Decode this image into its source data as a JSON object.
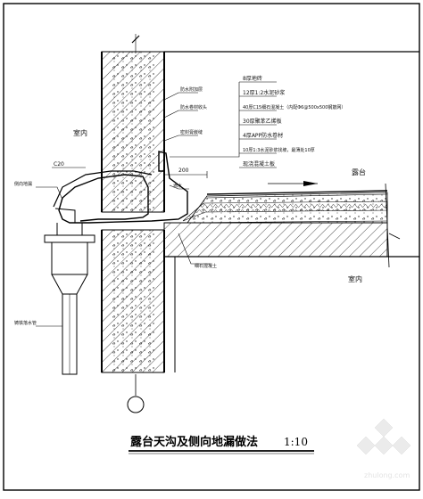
{
  "title": "露台天沟及侧向地漏做法",
  "scale": "1:10",
  "rooms": {
    "interior_upper": "室内",
    "terrace": "露台",
    "interior_lower": "室内"
  },
  "dimensions": {
    "drain_offset": "200",
    "drain_mark": "C20"
  },
  "layer_callouts": [
    "8厚地砖",
    "12厚1:2水泥砂浆",
    "40厚C15细石混凝土（内配Φ6@500x500钢筋网）",
    "30厚聚苯乙烯板",
    "4厚APP防水卷材",
    "10厚1:3水泥砂浆找坡，最薄处10厚",
    "现浇混凝土板"
  ],
  "side_notes": {
    "left_top": "侧向地漏",
    "left_bottom": "铸铁落水管",
    "wall_1": "防水附加层",
    "wall_2": "防水卷材收头",
    "wall_3": "密封膏嵌缝",
    "drip": "滴水",
    "lower": "细石混凝土"
  },
  "watermark": "zhulong.com"
}
